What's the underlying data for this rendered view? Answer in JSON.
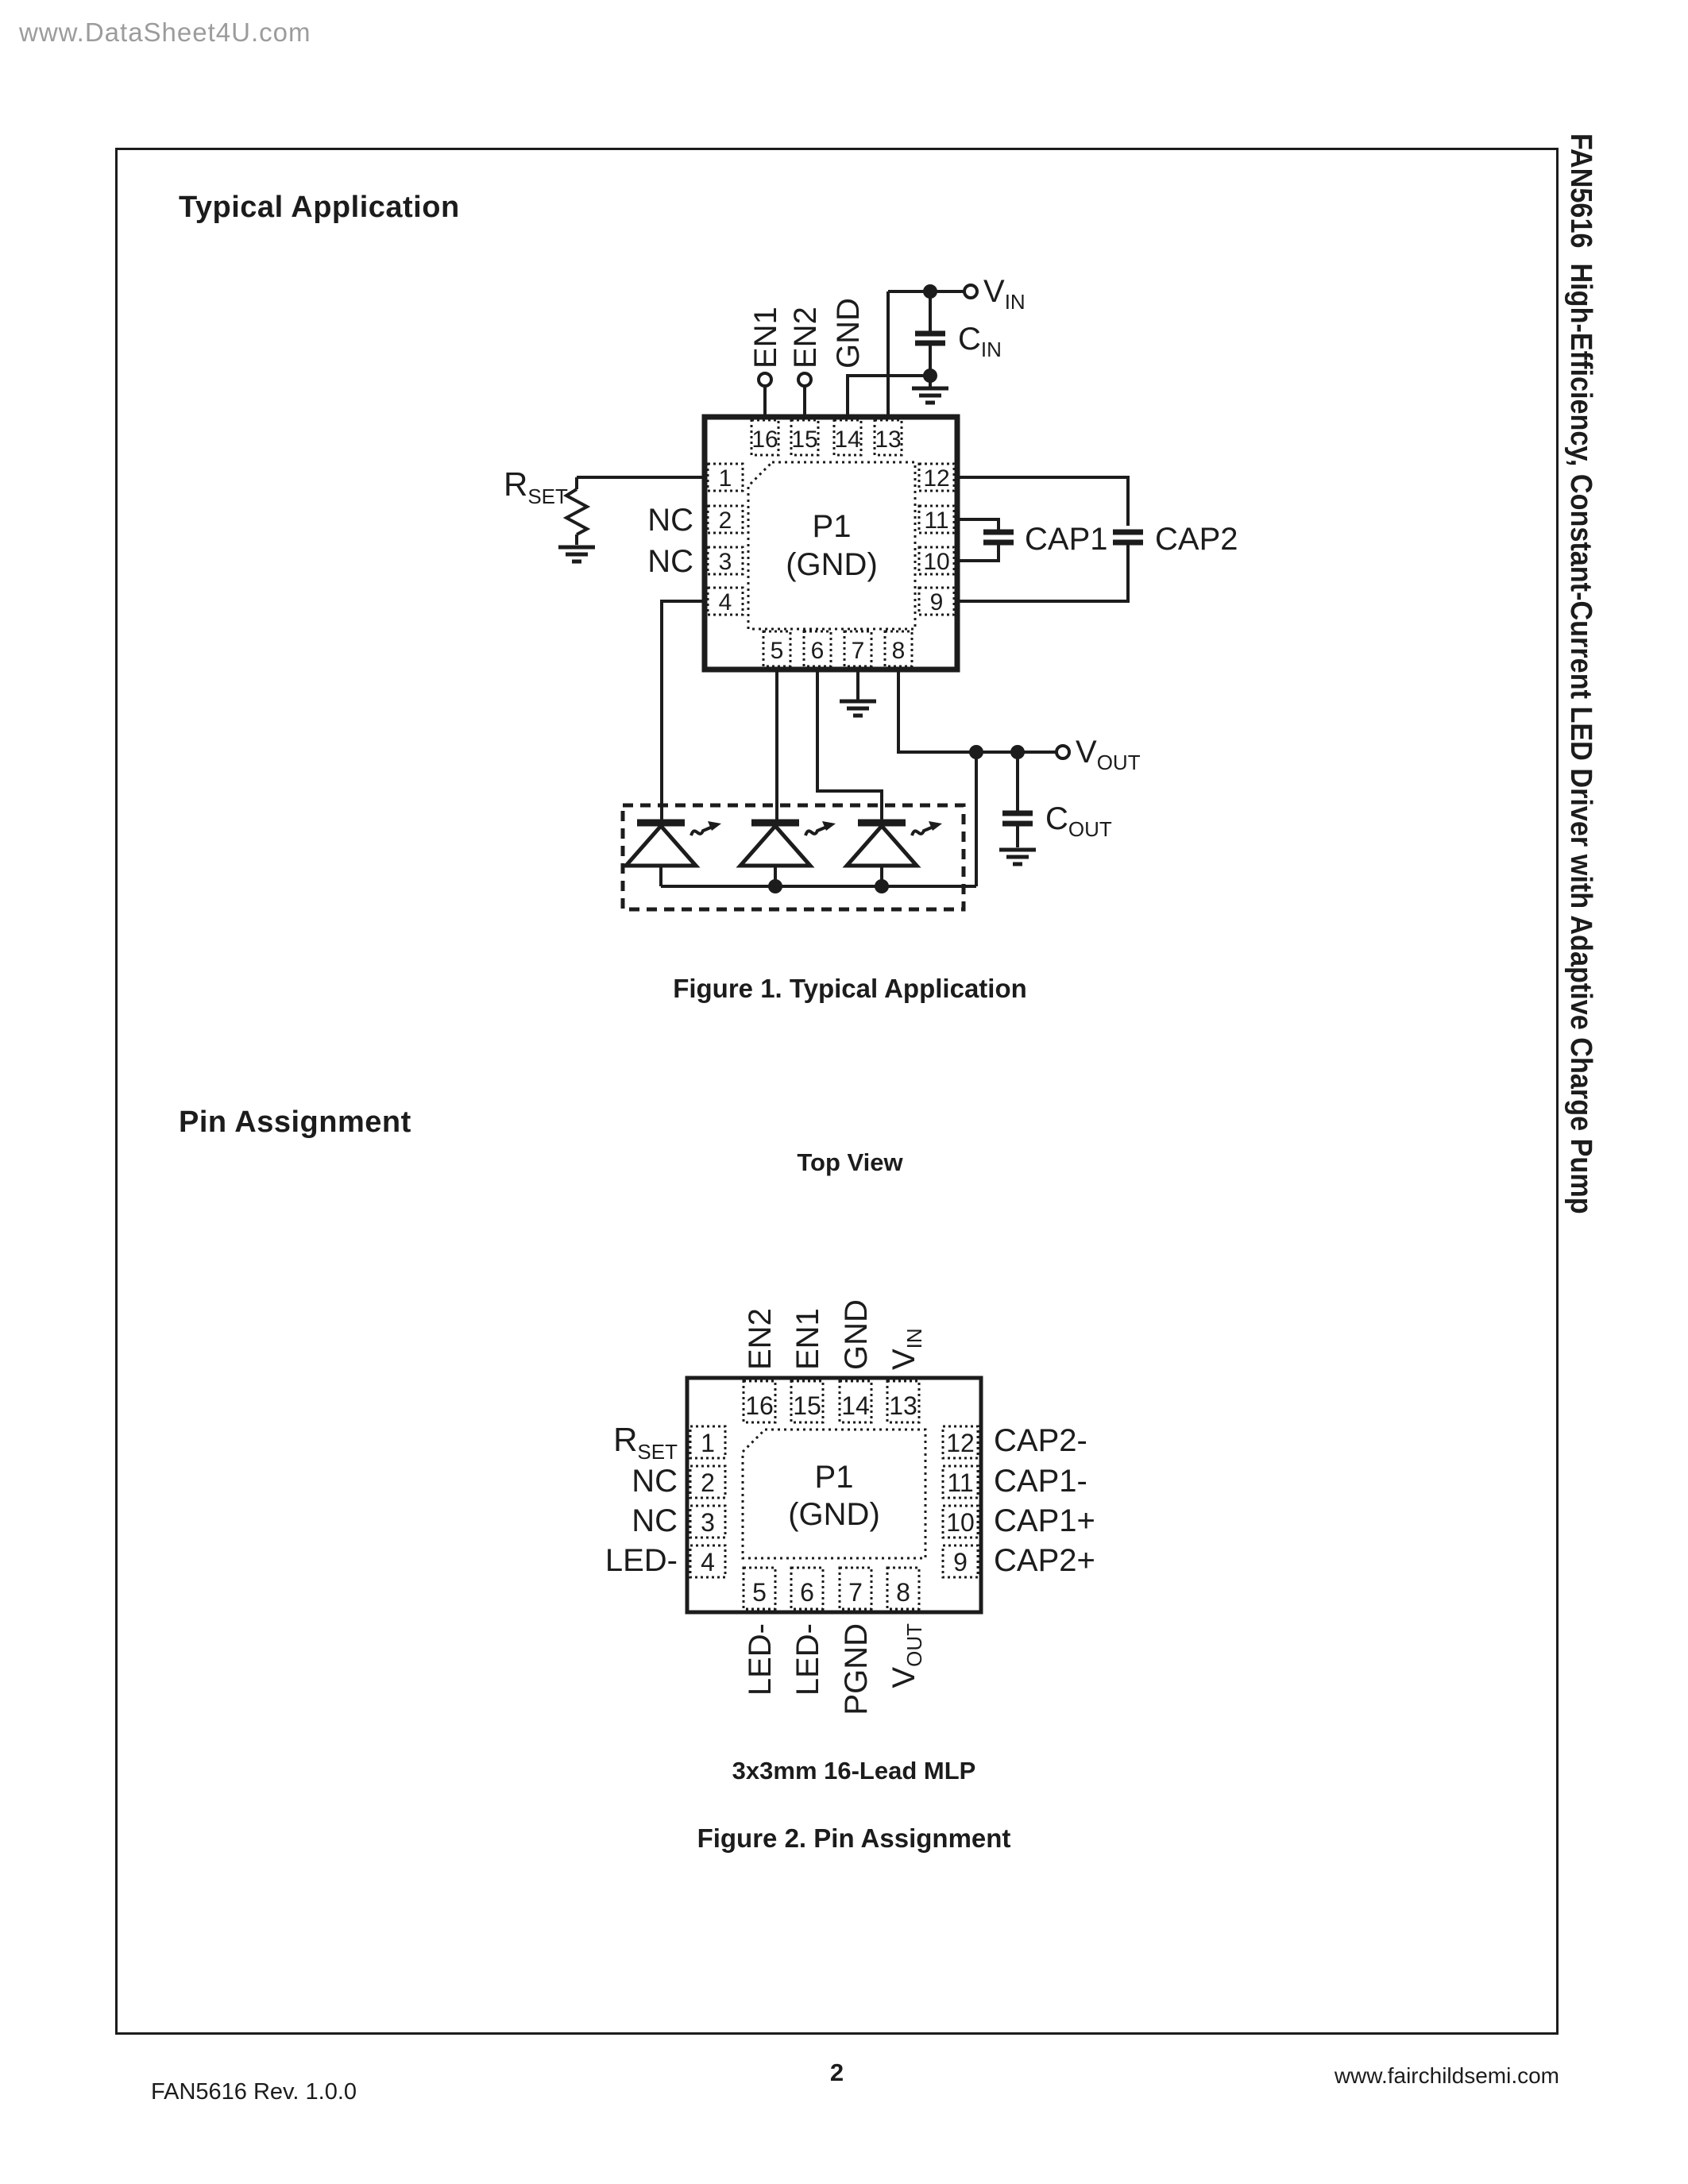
{
  "watermark": "www.DataSheet4U.com",
  "sidebar_title": "FAN5616  High-Efficiency, Constant-Current LED Driver with Adaptive Charge Pump",
  "sections": {
    "typical_application": "Typical Application",
    "pin_assignment": "Pin Assignment",
    "top_view": "Top View"
  },
  "captions": {
    "figure1": "Figure 1. Typical Application",
    "figure2": "Figure 2. Pin Assignment",
    "package": "3x3mm 16-Lead MLP"
  },
  "footer": {
    "revision": "FAN5616 Rev. 1.0.0",
    "page_number": "2",
    "website": "www.fairchildsemi.com"
  },
  "ic": {
    "pad_line1": "P1",
    "pad_line2": "(GND)",
    "pins": {
      "top": [
        "16",
        "15",
        "14",
        "13"
      ],
      "left": [
        "1",
        "2",
        "3",
        "4"
      ],
      "right": [
        "12",
        "11",
        "10",
        "9"
      ],
      "bottom": [
        "5",
        "6",
        "7",
        "8"
      ]
    }
  },
  "fig1": {
    "top_labels": [
      "EN1",
      "EN2",
      "GND"
    ],
    "vin": {
      "main": "V",
      "sub": "IN"
    },
    "cin": {
      "main": "C",
      "sub": "IN"
    },
    "rset": {
      "main": "R",
      "sub": "SET"
    },
    "nc_pin2": "NC",
    "nc_pin3": "NC",
    "cap1": "CAP1",
    "cap2": "CAP2",
    "vout": {
      "main": "V",
      "sub": "OUT"
    },
    "cout": {
      "main": "C",
      "sub": "OUT"
    }
  },
  "fig2": {
    "top_labels": [
      "EN2",
      "EN1",
      "GND"
    ],
    "vin": {
      "main": "V",
      "sub": "IN"
    },
    "rset": {
      "main": "R",
      "sub": "SET"
    },
    "left_labels": [
      "NC",
      "NC",
      "LED-"
    ],
    "right_labels": [
      "CAP2-",
      "CAP1-",
      "CAP1+",
      "CAP2+"
    ],
    "bottom_labels": [
      "LED-",
      "LED-",
      "PGND"
    ],
    "vout": {
      "main": "V",
      "sub": "OUT"
    }
  }
}
